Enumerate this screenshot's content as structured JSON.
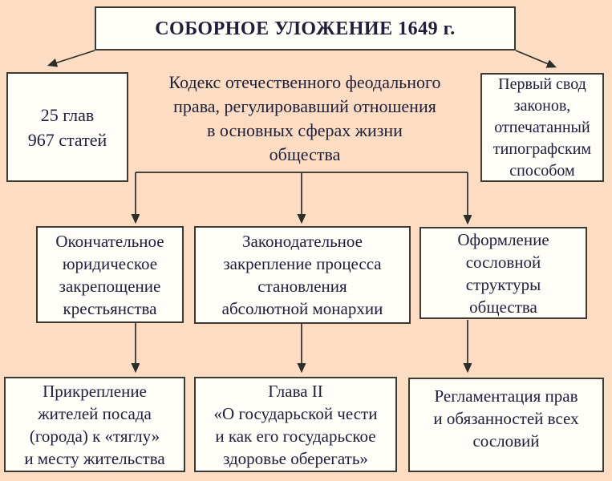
{
  "colors": {
    "background": "#fcdcc3",
    "box_fill": "#fffdf7",
    "border": "#3b3b33",
    "text": "#20203a",
    "line": "#2e2e28"
  },
  "diagram": {
    "title": "СОБОРНОЕ УЛОЖЕНИЕ 1649 г.",
    "stats": "25 глав\n967 статей",
    "description": "Кодекс отечественного феодального\nправа, регулировавший отношения\nв основных сферах жизни\nобщества",
    "printed_note": "Первый свод\nзаконов,\nотпечатанный\nтипографским\nспособом",
    "outcomes": [
      "Окончательное\nюридическое\nзакрепощение\nкрестьянства",
      "Законодательное\nзакрепление процесса\nстановления\nабсолютной монархии",
      "Оформление\nсословной\nструктуры\nобщества"
    ],
    "details": [
      "Прикрепление\nжителей посада\n(города) к «тяглу»\nи месту жительства",
      "Глава II\n«О государьской чести\nи как его государьское\nздоровье оберегать»",
      "Регламентация прав\nи обязанностей всех\nсословий"
    ]
  }
}
